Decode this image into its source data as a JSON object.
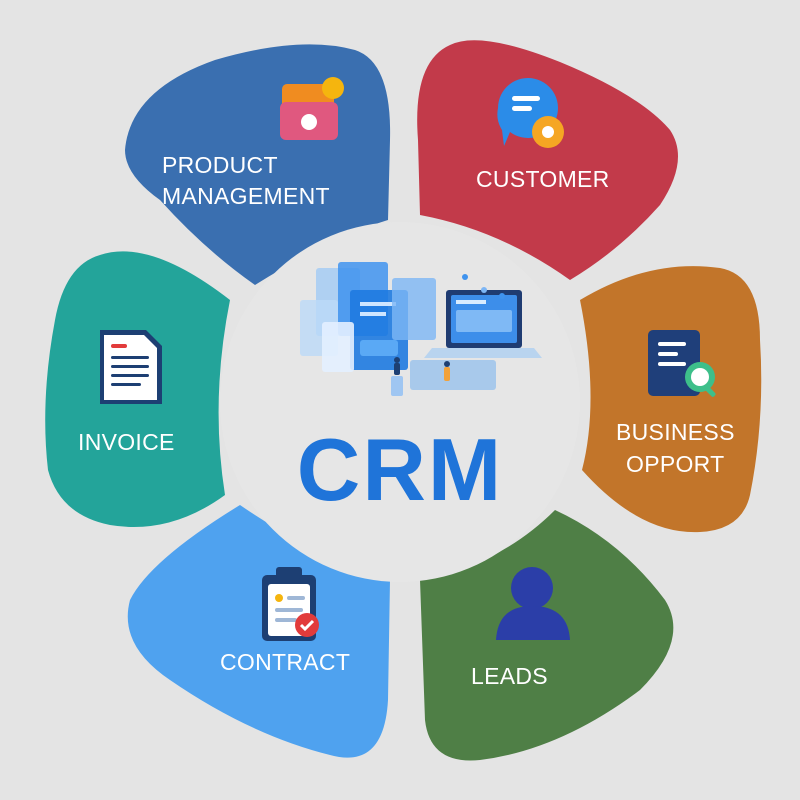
{
  "center": {
    "title": "CRM",
    "illustration": "laptop-dashboard-illustration"
  },
  "segments": [
    {
      "id": "product-management",
      "lines": [
        "PRODUCT",
        "MANAGEMENT"
      ],
      "icon": "product-icon",
      "color": "#3a6fb0"
    },
    {
      "id": "customer",
      "lines": [
        "CUSTOMER"
      ],
      "icon": "chat-bubble-icon",
      "color": "#c23a4a"
    },
    {
      "id": "business-opport",
      "lines": [
        "BUSINESS",
        "OPPORT"
      ],
      "icon": "document-search-icon",
      "color": "#c2752a"
    },
    {
      "id": "leads",
      "lines": [
        "LEADS"
      ],
      "icon": "person-icon",
      "color": "#4f7f46"
    },
    {
      "id": "contract",
      "lines": [
        "CONTRACT"
      ],
      "icon": "clipboard-check-icon",
      "color": "#4fa2ef"
    },
    {
      "id": "invoice",
      "lines": [
        "INVOICE"
      ],
      "icon": "invoice-document-icon",
      "color": "#23a49a"
    }
  ],
  "colors": {
    "background": "#e4e4e4",
    "center_circle": "#e6e6e6",
    "center_title": "#1f74d9"
  }
}
